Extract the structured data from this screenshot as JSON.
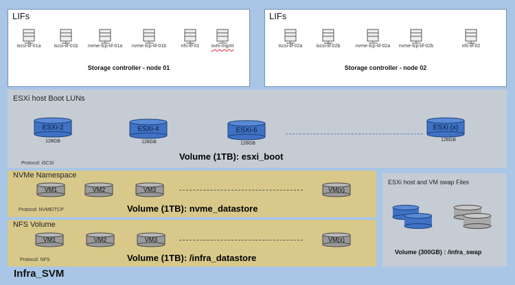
{
  "node01": {
    "title": "LIFs",
    "lifs": [
      "iscsi-lif-01a",
      "iscsi-lif-01b",
      "nvme-tcp-lif-01a",
      "nvme-tcp-lif-01b",
      "nfs-lif-01",
      "svm-mgmt"
    ],
    "controller": "Storage controller - node 01"
  },
  "node02": {
    "title": "LIFs",
    "lifs": [
      "iscsi-lif-02a",
      "iscsi-lif-02b",
      "nvme-tcp-lif-02a",
      "nvme-tcp-lif-02b",
      "nfs-lif-02"
    ],
    "controller": "Storage controller - node 02"
  },
  "boot": {
    "title": "ESXi host Boot LUNs",
    "luns": [
      {
        "name": "ESXi-2",
        "size": "128GB"
      },
      {
        "name": "ESXi-4",
        "size": "128GB"
      },
      {
        "name": "ESXi-6",
        "size": "128GB"
      },
      {
        "name": "ESXi (x)",
        "size": "128GB"
      }
    ],
    "volume": "Volume (1TB): esxi_boot",
    "protocol": "Protocol: iSCSI"
  },
  "nvme": {
    "title": "NVMe Namespace",
    "vms": [
      "VM1",
      "VM2",
      "VM3",
      "VM(x)"
    ],
    "volume": "Volume (1TB): nvme_datastore",
    "protocol": "Protocol: NVME/TCP"
  },
  "nfs": {
    "title": "NFS Volume",
    "vms": [
      "VM1",
      "VM2",
      "VM3",
      "VM(x)"
    ],
    "volume": "Volume (1TB): /infra_datastore",
    "protocol": "Protocol: NFS"
  },
  "swap": {
    "title": "ESXi host and VM swap Files",
    "volume": "Volume (300GB) : /infra_swap"
  },
  "svm": {
    "label": "Infra_SVM"
  },
  "colors": {
    "background": "#a9c6e6",
    "blue_disk": "#3f72c4",
    "grey_disk": "#9a9a9a",
    "gold": "#d8c98a"
  }
}
